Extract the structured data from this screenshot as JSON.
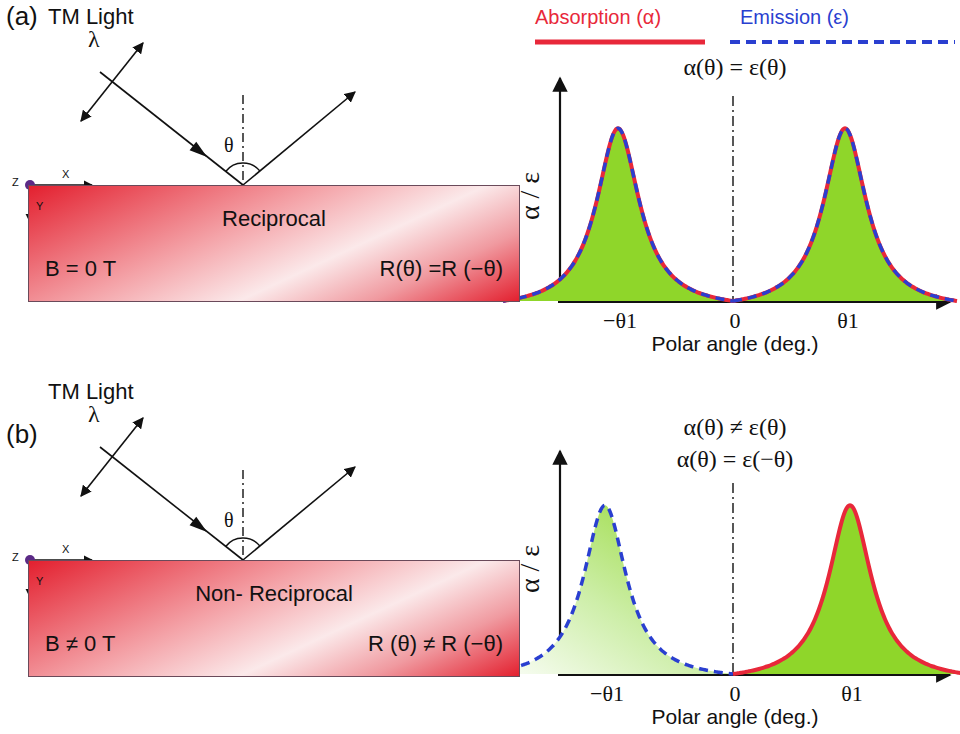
{
  "diagram": {
    "nodes": [
      {
        "text": [
          "Reciprocal",
          "B = 0 T",
          "R(θ) =R (−θ)"
        ]
      },
      {
        "text": [
          "Non- Reciprocal",
          "B ≠ 0 T",
          "R (θ) ≠ R (−θ)"
        ]
      }
    ],
    "labels": [
      "(a)",
      "TM Light",
      "λ",
      "θ",
      "Z",
      "X",
      "Y",
      "α / ε",
      "α(θ) = ε(θ)",
      "−θ1",
      "0",
      "θ1",
      "Polar angle (deg.)",
      "(b)",
      "TM Light",
      "λ",
      "θ",
      "Z",
      "X",
      "Y",
      "α(θ) ≠ ε(θ)",
      "α(θ) = ε(−θ)",
      "α / ε",
      "−θ1",
      "0",
      "θ1",
      "Polar angle (deg.)"
    ],
    "legend": [
      {
        "text": "Absorption (α)"
      },
      {
        "text": "Emission (ε)"
      }
    ]
  }
}
